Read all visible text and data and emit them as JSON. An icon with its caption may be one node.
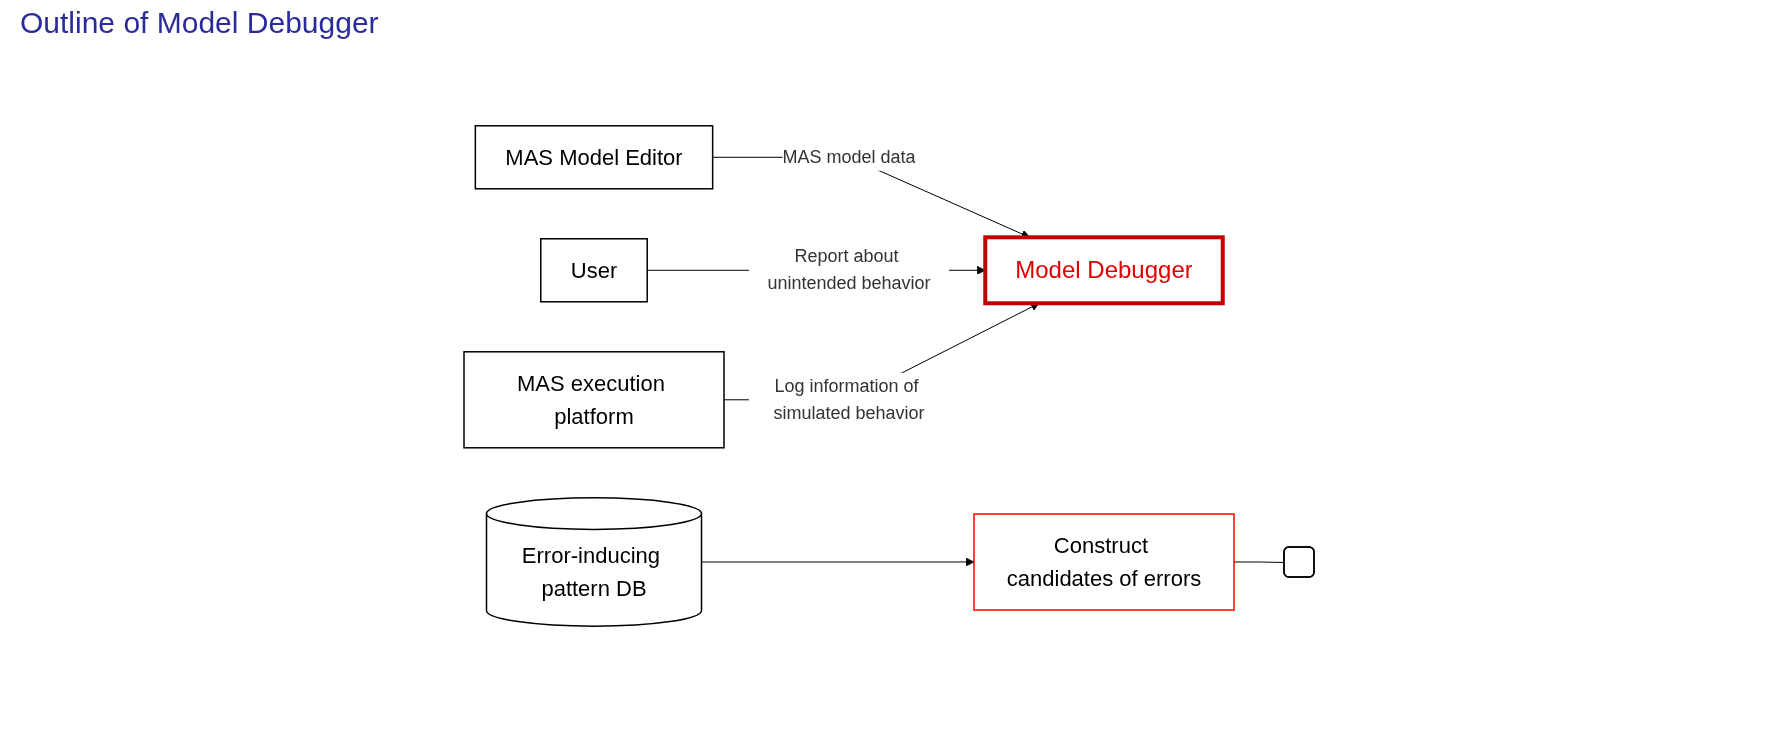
{
  "diagram": {
    "title": "Outline of Model Debugger",
    "nodes": [
      {
        "text": [
          "MAS Model Editor"
        ]
      },
      {
        "text": [
          "User"
        ]
      },
      {
        "text": [
          "Model Debugger"
        ]
      },
      {
        "text": [
          "Construct candidates of errors"
        ]
      },
      {
        "text": [
          "MAS execution platform"
        ]
      },
      {
        "text": [
          "Error-inducing pattern DB"
        ]
      },
      {
        "text": [],
        "shape": "box"
      }
    ],
    "edges": [
      {
        "from": 0,
        "to": 2,
        "arrow": "to",
        "label": "MAS model data"
      },
      {
        "from": 1,
        "to": 2,
        "arrow": "to",
        "label": "Report about unintended behavior"
      },
      {
        "from": 4,
        "to": 2,
        "arrow": "to",
        "label": "Log information of simulated behavior"
      },
      {
        "from": 5,
        "to": 3,
        "arrow": "to"
      },
      {
        "from": 3,
        "to": 6,
        "arrow": "none"
      }
    ]
  }
}
